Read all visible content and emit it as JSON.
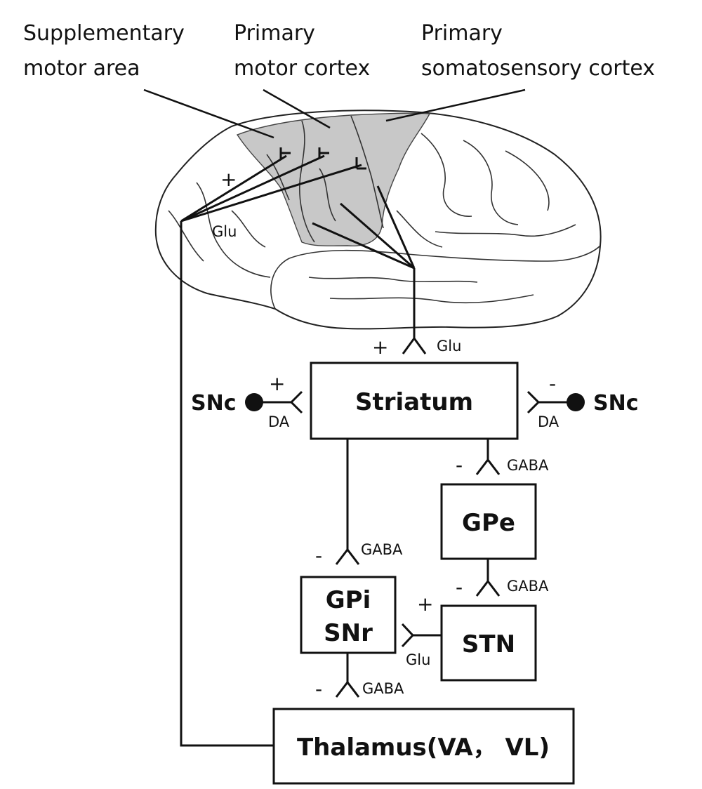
{
  "labels": {
    "sma_line1": "Supplementary",
    "sma_line2": "motor area",
    "pmc_line1": "Primary",
    "pmc_line2": "motor cortex",
    "pssc_line1": "Primary",
    "pssc_line2": "somatosensory cortex"
  },
  "boxes": {
    "striatum": "Striatum",
    "gpe": "GPe",
    "gpi": "GPi",
    "snr": "SNr",
    "stn": "STN",
    "thalamus": "Thalamus(VA， VL)"
  },
  "nuclei": {
    "snc_left": "SNc",
    "snc_right": "SNc"
  },
  "transmitters": {
    "glu_cortex": "Glu",
    "glu_striatum": "Glu",
    "da_left": "DA",
    "da_right": "DA",
    "gaba_striatum_gpe": "GABA",
    "gaba_striatum_gpi": "GABA",
    "gaba_gpe_stn": "GABA",
    "glu_stn_gpi": "Glu",
    "gaba_gpi_thalamus": "GABA"
  },
  "signs": {
    "cortex_plus": "+",
    "striatum_plus": "+",
    "snc_left_plus": "+",
    "snc_right_minus": "-",
    "gpe_minus": "-",
    "gpi_minus": "-",
    "stn_minus": "-",
    "stn_gpi_plus": "+",
    "thalamus_minus": "-"
  },
  "colors": {
    "motor_region_fill": "#c8c8c8",
    "ink": "#111111"
  }
}
